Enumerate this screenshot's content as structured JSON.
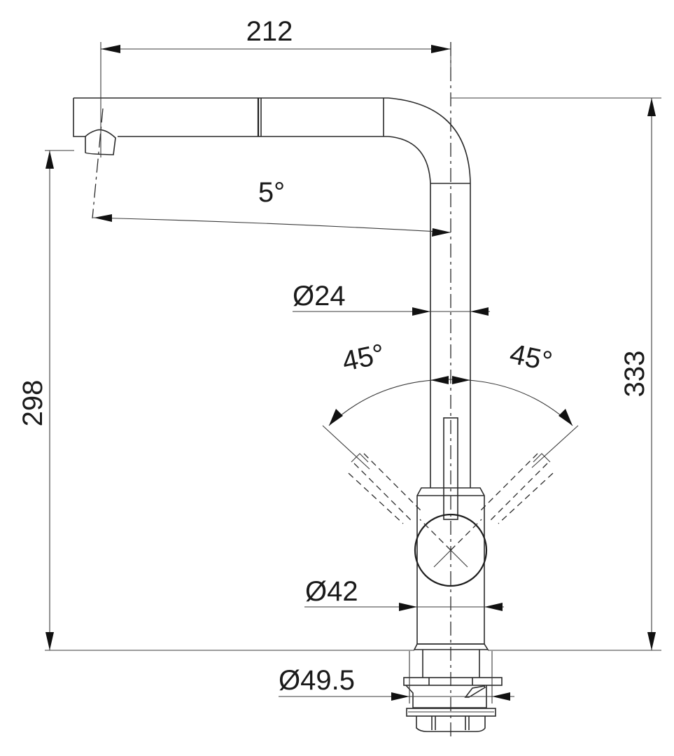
{
  "drawing": {
    "title": "Kitchen faucet dimension drawing",
    "background": "#ffffff",
    "line_color": "#2a2a2a",
    "dimensions": {
      "spout_reach": {
        "label": "212",
        "value": 212,
        "unit": "mm"
      },
      "total_height": {
        "label": "333",
        "value": 333,
        "unit": "mm"
      },
      "spout_height": {
        "label": "298",
        "value": 298,
        "unit": "mm"
      },
      "spout_tilt": {
        "label": "5°",
        "value": 5,
        "unit": "deg"
      },
      "spout_diameter": {
        "label": "Ø24",
        "value": 24,
        "unit": "mm"
      },
      "lever_left_angle": {
        "label": "45°",
        "value": 45,
        "unit": "deg"
      },
      "lever_right_angle": {
        "label": "45°",
        "value": 45,
        "unit": "deg"
      },
      "body_diameter": {
        "label": "Ø42",
        "value": 42,
        "unit": "mm"
      },
      "base_diameter": {
        "label": "Ø49.5",
        "value": 49.5,
        "unit": "mm"
      }
    }
  }
}
